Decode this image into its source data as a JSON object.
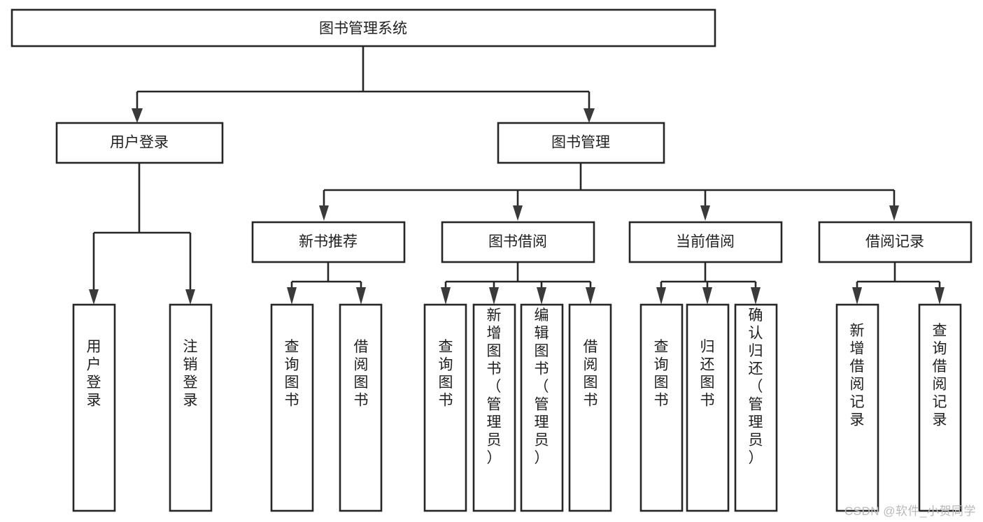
{
  "diagram": {
    "type": "tree-hierarchy",
    "title": "图书管理系统",
    "watermark": "CSDN @软件_小贺同学",
    "levels": [
      {
        "level": 0,
        "nodes": [
          {
            "id": "root",
            "label": "图书管理系统",
            "orientation": "horizontal"
          }
        ]
      },
      {
        "level": 1,
        "nodes": [
          {
            "id": "user-login",
            "label": "用户登录",
            "orientation": "horizontal",
            "parent": "root"
          },
          {
            "id": "book-admin",
            "label": "图书管理",
            "orientation": "horizontal",
            "parent": "root"
          }
        ]
      },
      {
        "level": 2,
        "nodes": [
          {
            "id": "new-book-rec",
            "label": "新书推荐",
            "orientation": "horizontal",
            "parent": "book-admin"
          },
          {
            "id": "book-borrow",
            "label": "图书借阅",
            "orientation": "horizontal",
            "parent": "book-admin"
          },
          {
            "id": "current-borrow",
            "label": "当前借阅",
            "orientation": "horizontal",
            "parent": "book-admin"
          },
          {
            "id": "borrow-record",
            "label": "借阅记录",
            "orientation": "horizontal",
            "parent": "book-admin"
          }
        ]
      },
      {
        "level": 3,
        "nodes": [
          {
            "id": "leaf-1",
            "label": "用户登录",
            "orientation": "vertical",
            "parent": "user-login"
          },
          {
            "id": "leaf-2",
            "label": "注销登录",
            "orientation": "vertical",
            "parent": "user-login"
          },
          {
            "id": "leaf-3",
            "label": "查询图书",
            "orientation": "vertical",
            "parent": "new-book-rec"
          },
          {
            "id": "leaf-4",
            "label": "借阅图书",
            "orientation": "vertical",
            "parent": "new-book-rec"
          },
          {
            "id": "leaf-5",
            "label": "查询图书",
            "orientation": "vertical",
            "parent": "book-borrow"
          },
          {
            "id": "leaf-6",
            "label": "新增图书（管理员）",
            "orientation": "vertical",
            "parent": "book-borrow"
          },
          {
            "id": "leaf-7",
            "label": "编辑图书（管理员）",
            "orientation": "vertical",
            "parent": "book-borrow"
          },
          {
            "id": "leaf-8",
            "label": "借阅图书",
            "orientation": "vertical",
            "parent": "book-borrow"
          },
          {
            "id": "leaf-9",
            "label": "查询图书",
            "orientation": "vertical",
            "parent": "current-borrow"
          },
          {
            "id": "leaf-10",
            "label": "归还图书",
            "orientation": "vertical",
            "parent": "current-borrow"
          },
          {
            "id": "leaf-11",
            "label": "确认归还（管理员）",
            "orientation": "vertical",
            "parent": "current-borrow"
          },
          {
            "id": "leaf-12",
            "label": "新增借阅记录",
            "orientation": "vertical",
            "parent": "borrow-record"
          },
          {
            "id": "leaf-13",
            "label": "查询借阅记录",
            "orientation": "vertical",
            "parent": "borrow-record"
          }
        ]
      }
    ],
    "colors": {
      "node_fill": "#ffffff",
      "node_stroke": "#262626",
      "connector": "#262626",
      "text": "#1f1f1f",
      "watermark": "#b9b9b9",
      "background": "#ffffff"
    }
  }
}
